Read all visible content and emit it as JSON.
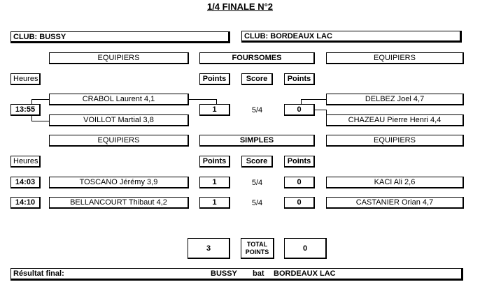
{
  "title": "1/4 FINALE N°2",
  "club_left": "CLUB:  BUSSY",
  "club_right": "CLUB:  BORDEAUX LAC",
  "labels": {
    "equipiers": "EQUIPIERS",
    "heures": "Heures",
    "points": "Points",
    "score": "Score",
    "foursomes": "FOURSOMES",
    "simples": "SIMPLES",
    "total_points": "TOTAL POINTS"
  },
  "foursomes": {
    "time": "13:55",
    "left_players": [
      "CRABOL Laurent  4,1",
      "VOILLOT Martial  3,8"
    ],
    "right_players": [
      "DELBEZ Joel  4,7",
      "CHAZEAU Pierre Henri  4,4"
    ],
    "left_points": "1",
    "score": "5/4",
    "right_points": "0"
  },
  "simples": [
    {
      "time": "14:03",
      "left": "TOSCANO Jérémy  3,9",
      "left_points": "1",
      "score": "5/4",
      "right_points": "0",
      "right": "KACI Ali  2,6"
    },
    {
      "time": "14:10",
      "left": "BELLANCOURT Thibaut  4,2",
      "left_points": "1",
      "score": "5/4",
      "right_points": "0",
      "right": "CASTANIER Orian  4,7"
    }
  ],
  "totals": {
    "left": "3",
    "right": "0"
  },
  "result": {
    "label": "Résultat final:",
    "winner": "BUSSY",
    "verb": "bat",
    "loser": "BORDEAUX LAC"
  }
}
